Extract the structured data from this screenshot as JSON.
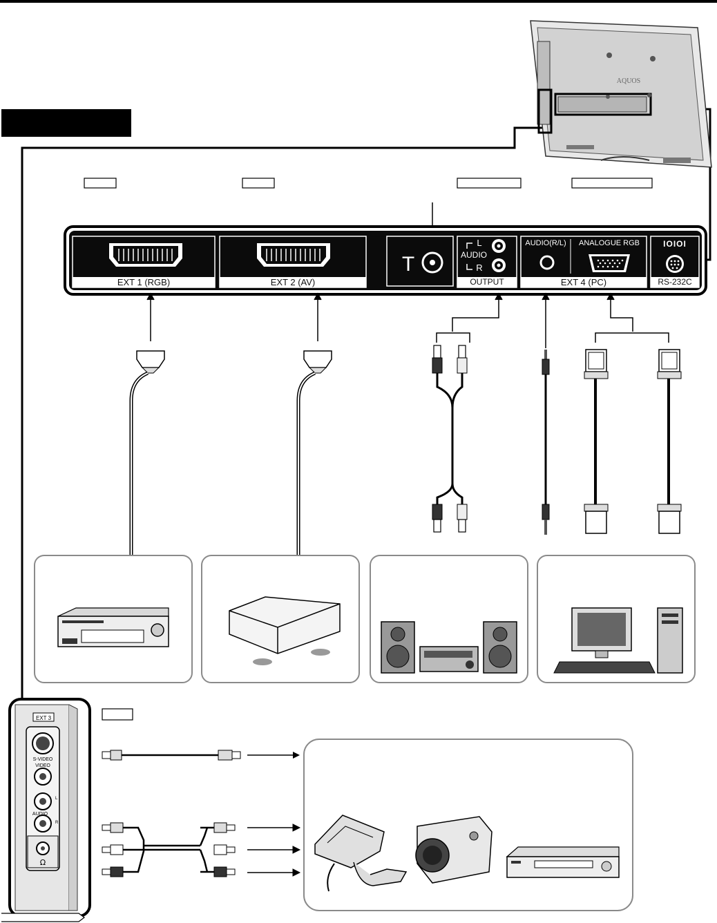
{
  "panel": {
    "ports": [
      {
        "id": "ext1",
        "label": "EXT 1 (RGB)"
      },
      {
        "id": "ext2",
        "label": "EXT 2 (AV)"
      },
      {
        "id": "output",
        "label": "OUTPUT"
      },
      {
        "id": "ext4",
        "label": "EXT 4 (PC)"
      },
      {
        "id": "rs232",
        "label": "RS-232C"
      }
    ],
    "audio_label": "AUDIO",
    "audio_l": "L",
    "audio_r": "R",
    "audio_rl_label": "AUDIO(R/L)",
    "analogue_rgb_label": "ANALOGUE RGB",
    "serial_icon_text": "IOIOI",
    "antenna_symbol": "T"
  },
  "tv_back": {
    "brand": "AQUOS"
  },
  "side_panel": {
    "ext3_label": "EXT 3",
    "svideo_label": "S-VIDEO",
    "video_label": "VIDEO",
    "audio_label": "AUDIO",
    "audio_l": "L",
    "audio_r": "R",
    "headphone_symbol": "Ω"
  },
  "colors": {
    "panel_black": "#0b0b0b",
    "line": "#000000",
    "box_border": "#8a8a8a",
    "device_gray": "#d9d9d9"
  }
}
